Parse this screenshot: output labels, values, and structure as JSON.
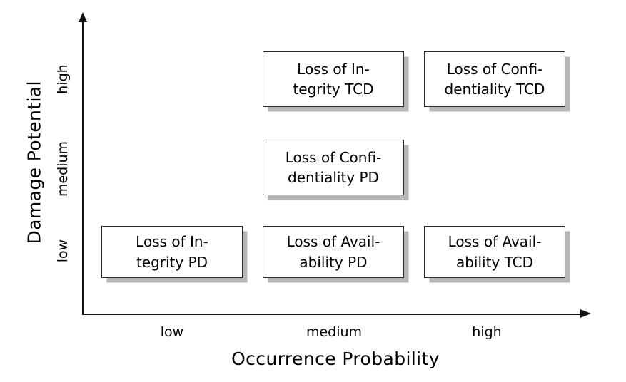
{
  "chart_data": {
    "type": "table",
    "title": "",
    "xlabel": "Occurrence Probability",
    "ylabel": "Damage Potential",
    "x_categories": [
      "low",
      "medium",
      "high"
    ],
    "y_categories": [
      "low",
      "medium",
      "high"
    ],
    "grid": false,
    "legend": "none",
    "cells": [
      {
        "x": "medium",
        "y": "high",
        "label": "Loss of In-\ntegrity TCD"
      },
      {
        "x": "high",
        "y": "high",
        "label": "Loss of Confi-\ndentiality TCD"
      },
      {
        "x": "medium",
        "y": "medium",
        "label": "Loss of Confi-\ndentiality PD"
      },
      {
        "x": "low",
        "y": "low",
        "label": "Loss of In-\ntegrity PD"
      },
      {
        "x": "medium",
        "y": "low",
        "label": "Loss of Avail-\nability PD"
      },
      {
        "x": "high",
        "y": "low",
        "label": "Loss of Avail-\nability TCD"
      }
    ]
  },
  "axes": {
    "y": {
      "title": "Damage Potential",
      "ticks": [
        {
          "label": "high"
        },
        {
          "label": "medium"
        },
        {
          "label": "low"
        }
      ]
    },
    "x": {
      "title": "Occurrence Probability",
      "ticks": [
        {
          "label": "low"
        },
        {
          "label": "medium"
        },
        {
          "label": "high"
        }
      ]
    }
  },
  "boxes": [
    {
      "label": "Loss of In-\ntegrity TCD"
    },
    {
      "label": "Loss of Confi-\ndentiality TCD"
    },
    {
      "label": "Loss of Confi-\ndentiality PD"
    },
    {
      "label": "Loss of In-\ntegrity PD"
    },
    {
      "label": "Loss of Avail-\nability PD"
    },
    {
      "label": "Loss of Avail-\nability TCD"
    }
  ],
  "colors": {
    "background": "#ffffff",
    "axis": "#111111",
    "box_border": "#2b2b2b",
    "box_fill": "#ffffff",
    "box_shadow": "#b6b6b6",
    "text": "#000000"
  }
}
